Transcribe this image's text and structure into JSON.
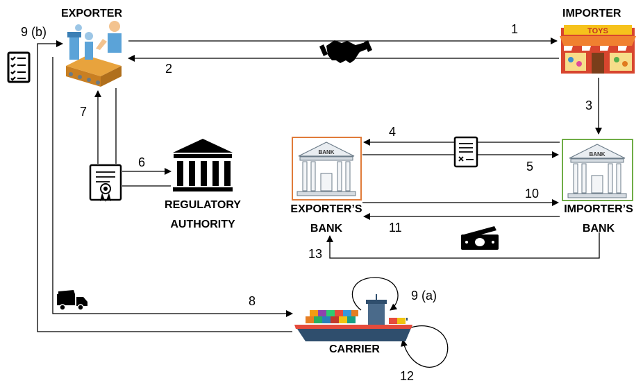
{
  "nodes": {
    "exporter": {
      "label": "EXPORTER"
    },
    "importer": {
      "label": "IMPORTER",
      "shop_sign": "TOYS"
    },
    "regulatory_authority": {
      "label_line1": "REGULATORY",
      "label_line2": "AUTHORITY"
    },
    "exporters_bank": {
      "label_line1": "EXPORTER’S",
      "label_line2": "BANK",
      "sign": "BANK",
      "border_color": "#e07b39"
    },
    "importers_bank": {
      "label_line1": "IMPORTER’S",
      "label_line2": "BANK",
      "sign": "BANK",
      "border_color": "#70ad47"
    },
    "carrier": {
      "label": "CARRIER"
    }
  },
  "steps": [
    {
      "id": "1",
      "label": "1",
      "from": "exporter",
      "to": "importer"
    },
    {
      "id": "2",
      "label": "2",
      "from": "importer",
      "to": "exporter"
    },
    {
      "id": "3",
      "label": "3",
      "from": "importer",
      "to": "importers_bank"
    },
    {
      "id": "4",
      "label": "4",
      "from": "importers_bank",
      "to": "exporters_bank"
    },
    {
      "id": "5",
      "label": "5",
      "from": "exporters_bank",
      "to": "importers_bank"
    },
    {
      "id": "6",
      "label": "6",
      "from": "exporter",
      "to": "regulatory_authority"
    },
    {
      "id": "7",
      "label": "7",
      "from": "regulatory_authority",
      "to": "exporter"
    },
    {
      "id": "8",
      "label": "8",
      "from": "exporter",
      "to": "carrier"
    },
    {
      "id": "9a",
      "label": "9 (a)",
      "from": "carrier",
      "to": "carrier"
    },
    {
      "id": "9b",
      "label": "9 (b)",
      "from": "carrier",
      "to": "exporter"
    },
    {
      "id": "10",
      "label": "10",
      "from": "exporters_bank",
      "to": "importers_bank"
    },
    {
      "id": "11",
      "label": "11",
      "from": "importers_bank",
      "to": "exporters_bank"
    },
    {
      "id": "12",
      "label": "12",
      "from": "carrier",
      "to": "carrier"
    },
    {
      "id": "13",
      "label": "13",
      "from": "importers_bank",
      "to": "exporters_bank"
    }
  ],
  "icons": {
    "handshake": "handshake-icon",
    "checklist": "checklist-icon",
    "certificate": "certificate-icon",
    "document": "document-icon",
    "money": "money-icon",
    "truck": "truck-icon"
  },
  "colors": {
    "line": "#000000",
    "exporters_bank_border": "#e07b39",
    "importers_bank_border": "#70ad47"
  }
}
